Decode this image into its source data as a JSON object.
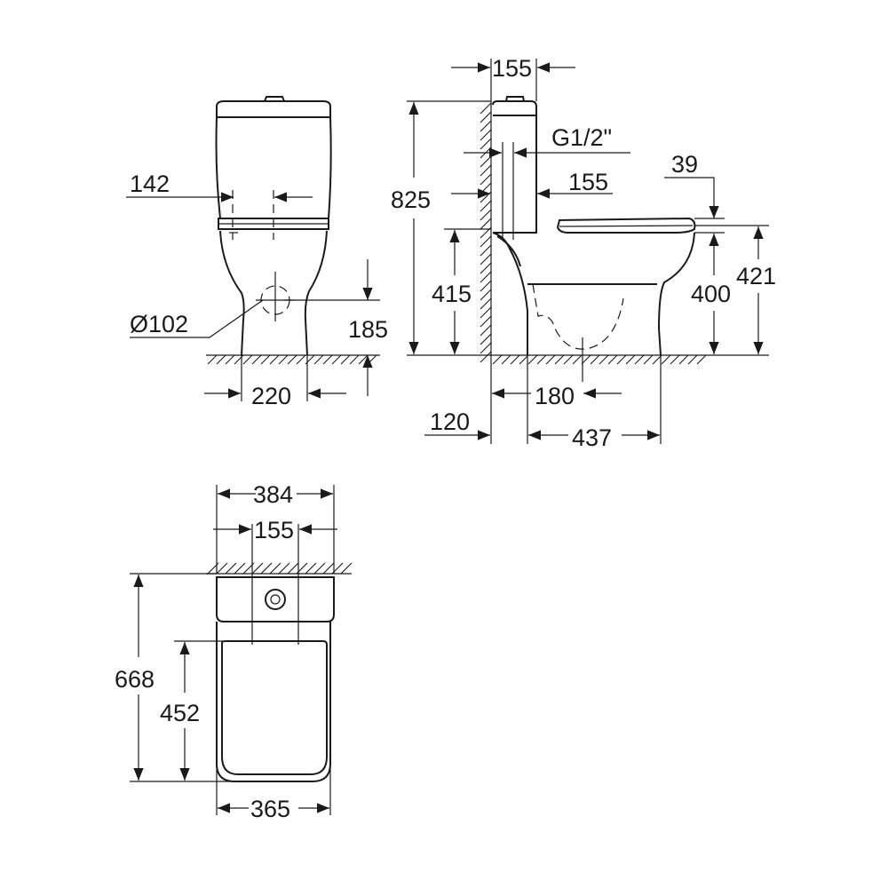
{
  "front_view": {
    "dim_142": "142",
    "dim_d102": "Ø102",
    "dim_185": "185",
    "dim_220": "220"
  },
  "side_view": {
    "dim_155_top": "155",
    "dim_g12": "G1/2\"",
    "dim_825": "825",
    "dim_155_mid": "155",
    "dim_39": "39",
    "dim_415": "415",
    "dim_400": "400",
    "dim_421": "421",
    "dim_180": "180",
    "dim_120": "120",
    "dim_437": "437"
  },
  "top_view": {
    "dim_384": "384",
    "dim_155": "155",
    "dim_668": "668",
    "dim_452": "452",
    "dim_365": "365"
  }
}
